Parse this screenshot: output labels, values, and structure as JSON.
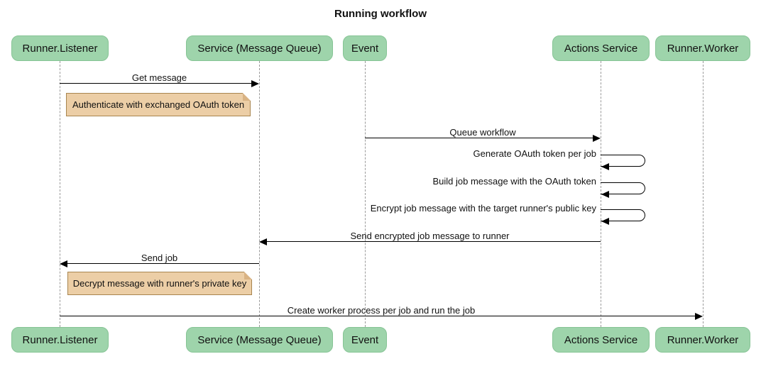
{
  "title": "Running workflow",
  "diagram_type": "sequence-diagram",
  "actors": [
    {
      "label": "Runner.Listener"
    },
    {
      "label": "Service (Message Queue)"
    },
    {
      "label": "Event"
    },
    {
      "label": "Actions Service"
    },
    {
      "label": "Runner.Worker"
    }
  ],
  "messages": [
    {
      "label": "Get message",
      "from": "Runner.Listener",
      "to": "Service (Message Queue)",
      "direction": "right"
    },
    {
      "label": "Queue workflow",
      "from": "Event",
      "to": "Actions Service",
      "direction": "right"
    },
    {
      "label": "Generate OAuth token per job",
      "from": "Actions Service",
      "to": "Actions Service",
      "direction": "self"
    },
    {
      "label": "Build job message with the OAuth token",
      "from": "Actions Service",
      "to": "Actions Service",
      "direction": "self"
    },
    {
      "label": "Encrypt job message with the target runner's public key",
      "from": "Actions Service",
      "to": "Actions Service",
      "direction": "self"
    },
    {
      "label": "Send encrypted job message to runner",
      "from": "Actions Service",
      "to": "Service (Message Queue)",
      "direction": "left"
    },
    {
      "label": "Send job",
      "from": "Service (Message Queue)",
      "to": "Runner.Listener",
      "direction": "left"
    },
    {
      "label": "Create worker process per job and run the job",
      "from": "Runner.Listener",
      "to": "Runner.Worker",
      "direction": "right"
    }
  ],
  "notes": [
    {
      "label": "Authenticate with exchanged OAuth token",
      "position": "right of Runner.Listener"
    },
    {
      "label": "Decrypt message with runner's private key",
      "position": "right of Runner.Listener"
    }
  ],
  "colors": {
    "actor_fill": "#9ed4ab",
    "actor_border": "#86c495",
    "note_fill": "#ecceA6",
    "note_border": "#a8854f",
    "note_fold": "#d9b384",
    "lifeline": "#9a9a9a",
    "arrow": "#000000",
    "text": "#111111"
  }
}
